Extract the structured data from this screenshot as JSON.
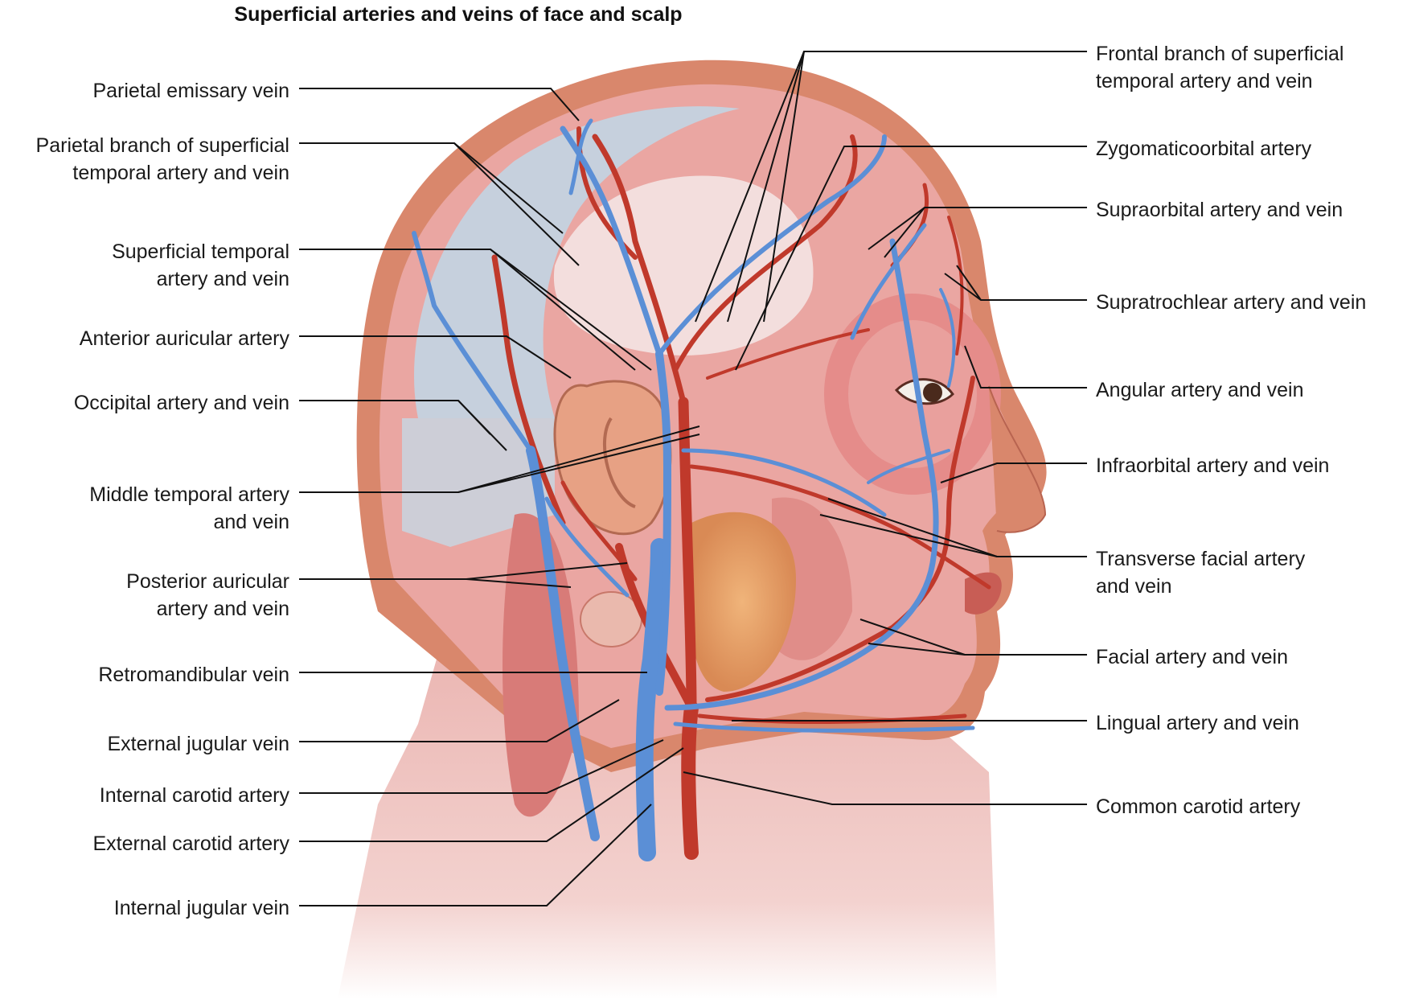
{
  "title": "Superficial arteries and veins of face and scalp",
  "colors": {
    "artery": "#c0392b",
    "vein": "#5b8fd6",
    "muscle": "#e9a3a0",
    "skin": "#d4826a",
    "leader": "#111111"
  },
  "labels_left": [
    {
      "id": "parietal-emissary-vein",
      "lines": [
        "Parietal emissary vein"
      ]
    },
    {
      "id": "parietal-branch-sta",
      "lines": [
        "Parietal branch of superficial",
        "temporal artery and vein"
      ]
    },
    {
      "id": "superficial-temporal",
      "lines": [
        "Superficial temporal",
        "artery and vein"
      ]
    },
    {
      "id": "anterior-auricular",
      "lines": [
        "Anterior auricular artery"
      ]
    },
    {
      "id": "occipital",
      "lines": [
        "Occipital artery and vein"
      ]
    },
    {
      "id": "middle-temporal",
      "lines": [
        "Middle temporal artery",
        "and vein"
      ]
    },
    {
      "id": "posterior-auricular",
      "lines": [
        "Posterior auricular",
        "artery and vein"
      ]
    },
    {
      "id": "retromandibular-vein",
      "lines": [
        "Retromandibular vein"
      ]
    },
    {
      "id": "external-jugular-vein",
      "lines": [
        "External jugular vein"
      ]
    },
    {
      "id": "internal-carotid-artery",
      "lines": [
        "Internal carotid artery"
      ]
    },
    {
      "id": "external-carotid-artery",
      "lines": [
        "External carotid artery"
      ]
    },
    {
      "id": "internal-jugular-vein",
      "lines": [
        "Internal jugular vein"
      ]
    }
  ],
  "labels_right": [
    {
      "id": "frontal-branch-sta",
      "lines": [
        "Frontal branch of superficial",
        "temporal artery and vein"
      ]
    },
    {
      "id": "zygomaticoorbital-artery",
      "lines": [
        "Zygomaticoorbital artery"
      ]
    },
    {
      "id": "supraorbital",
      "lines": [
        "Supraorbital artery and vein"
      ]
    },
    {
      "id": "supratrochlear",
      "lines": [
        "Supratrochlear artery and vein"
      ]
    },
    {
      "id": "angular",
      "lines": [
        "Angular artery and vein"
      ]
    },
    {
      "id": "infraorbital",
      "lines": [
        "Infraorbital artery and vein"
      ]
    },
    {
      "id": "transverse-facial",
      "lines": [
        "Transverse facial artery",
        "and vein"
      ]
    },
    {
      "id": "facial",
      "lines": [
        "Facial artery and vein"
      ]
    },
    {
      "id": "lingual",
      "lines": [
        "Lingual artery and vein"
      ]
    },
    {
      "id": "common-carotid-artery",
      "lines": [
        "Common carotid artery"
      ]
    }
  ]
}
